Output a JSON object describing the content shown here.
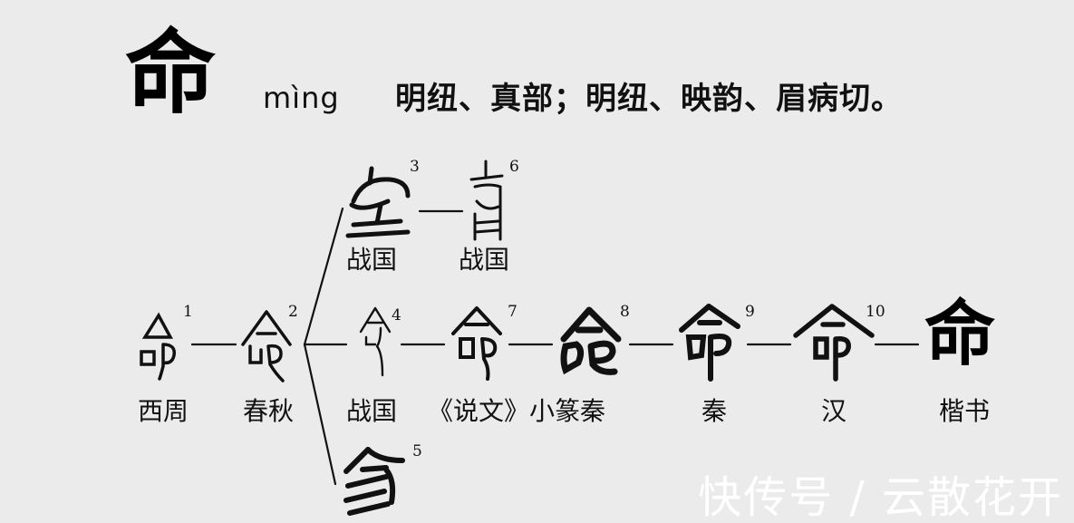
{
  "header": {
    "character": "命",
    "pinyin": "mìng",
    "phonology": "明纽、真部；明纽、映韵、眉病切。"
  },
  "stages": [
    {
      "id": 1,
      "glyph": "western-zhou-bronze",
      "superscript": "1",
      "label": "西周"
    },
    {
      "id": 2,
      "glyph": "spring-autumn",
      "superscript": "2",
      "label": "春秋"
    },
    {
      "id": 3,
      "glyph": "warring-states-a",
      "superscript": "3",
      "label": "战国"
    },
    {
      "id": 4,
      "glyph": "warring-states-b",
      "superscript": "4",
      "label": "战国"
    },
    {
      "id": 5,
      "glyph": "warring-states-c",
      "superscript": "5",
      "label": ""
    },
    {
      "id": 6,
      "glyph": "warring-states-d",
      "superscript": "6",
      "label": "战国"
    },
    {
      "id": 7,
      "glyph": "shuowen-small-seal",
      "superscript": "7",
      "label": "《说文》小篆"
    },
    {
      "id": 8,
      "glyph": "qin-a",
      "superscript": "8",
      "label": "秦"
    },
    {
      "id": 9,
      "glyph": "qin-b",
      "superscript": "9",
      "label": "秦"
    },
    {
      "id": 10,
      "glyph": "han",
      "superscript": "10",
      "label": "汉"
    },
    {
      "id": 11,
      "glyph": "regular-script",
      "superscript": "",
      "label": "楷书",
      "character": "命"
    }
  ],
  "watermark": "快传号 / 云散花开",
  "colors": {
    "background": "#ebebeb",
    "ink": "#111111",
    "watermark": "#ffffff"
  }
}
